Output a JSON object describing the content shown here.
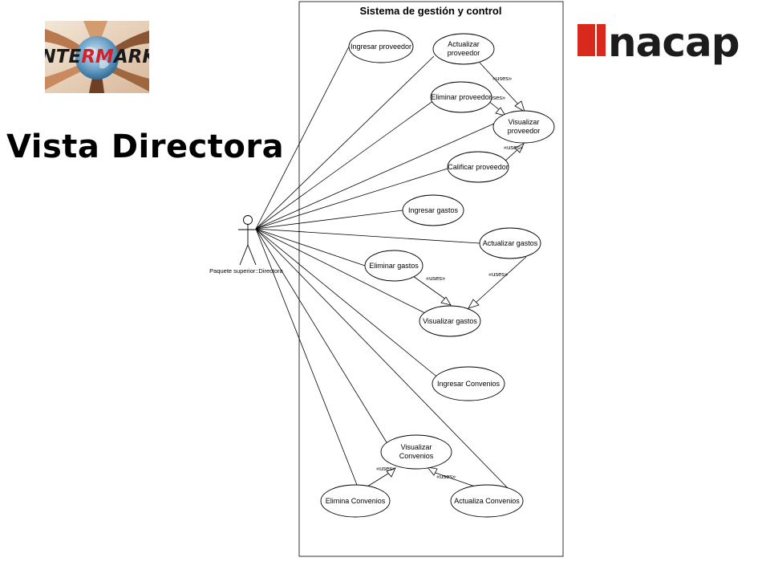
{
  "slide": {
    "title": "Vista Directora"
  },
  "logos": {
    "intermark": {
      "text_a": "INTE",
      "text_b": "RM",
      "text_c": "ARK",
      "color_a": "#1a1a1a",
      "color_b": "#d4202a"
    },
    "inacap": {
      "text": "nacap",
      "color": "#d8291c"
    }
  },
  "diagram": {
    "system_title": "Sistema de gestión y control",
    "actor_label": "Paquete superior::Directora",
    "use_cases": [
      {
        "id": "uc1",
        "label": "Ingresar proveedor"
      },
      {
        "id": "uc2",
        "label": "Actualizar proveedor",
        "line1": "Actualizar",
        "line2": "proveedor"
      },
      {
        "id": "uc3",
        "label": "Eliminar proveedor"
      },
      {
        "id": "uc4",
        "label": "Visualizar proveedor",
        "line1": "Visualizar",
        "line2": "proveedor"
      },
      {
        "id": "uc5",
        "label": "Calificar proveedor"
      },
      {
        "id": "uc6",
        "label": "Ingresar gastos"
      },
      {
        "id": "uc7",
        "label": "Actualizar gastos"
      },
      {
        "id": "uc8",
        "label": "Eliminar gastos"
      },
      {
        "id": "uc9",
        "label": "Visualizar gastos"
      },
      {
        "id": "uc10",
        "label": "Ingresar Convenios"
      },
      {
        "id": "uc11",
        "label": "Visualizar Convenios",
        "line1": "Visualizar",
        "line2": "Convenios"
      },
      {
        "id": "uc12",
        "label": "Elimina Convenios"
      },
      {
        "id": "uc13",
        "label": "Actualiza Convenios"
      }
    ],
    "uses_label": "«uses»"
  }
}
